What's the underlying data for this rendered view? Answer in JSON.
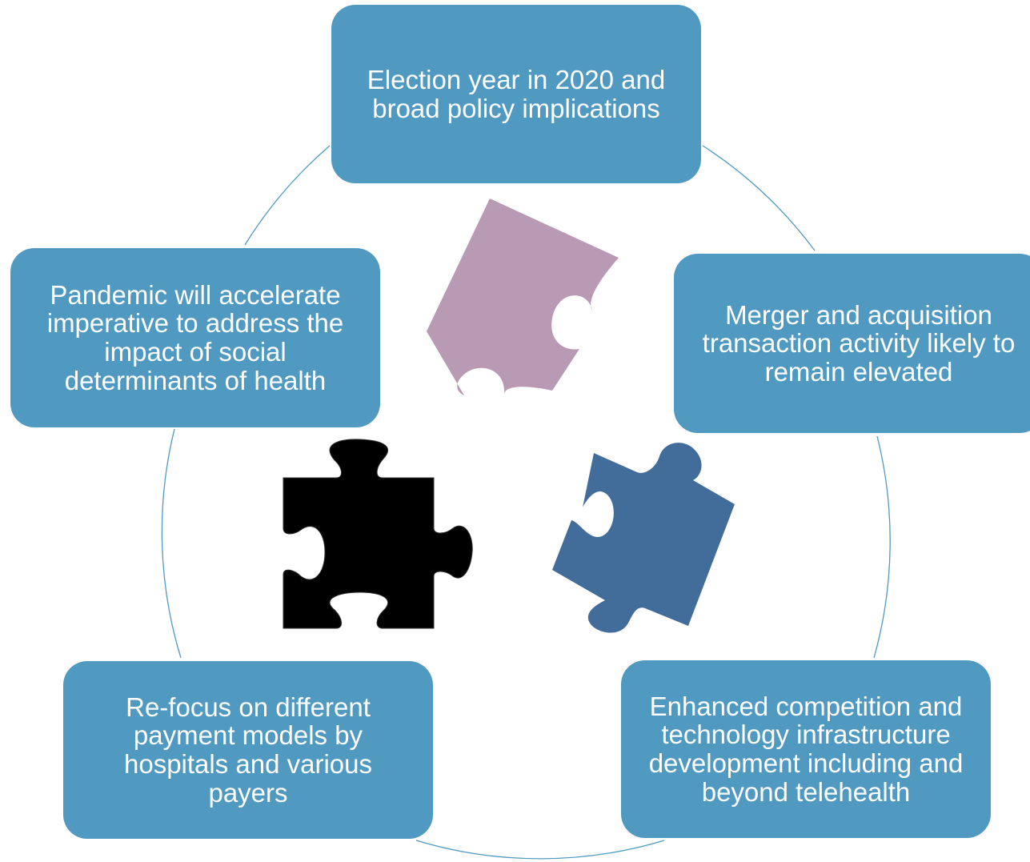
{
  "diagram": {
    "nodes": [
      {
        "id": "top",
        "label": "Election year in 2020 and broad policy implications"
      },
      {
        "id": "right",
        "label": "Merger and acquisition transaction activity likely to remain elevated"
      },
      {
        "id": "bottom_right",
        "label": "Enhanced competition and technology infrastructure development including and beyond telehealth"
      },
      {
        "id": "bottom_left",
        "label": "Re-focus on different payment models by hospitals and various payers"
      },
      {
        "id": "left",
        "label": "Pandemic will accelerate imperative to address the impact of social determinants of health"
      }
    ],
    "colors": {
      "box": "#5099c0",
      "ring": "#5099c0",
      "puzzle_pink": "#b99ab5",
      "puzzle_blue": "#426d9a",
      "puzzle_black": "#000000"
    },
    "icons": [
      "puzzle-piece-pink-icon",
      "puzzle-piece-blue-icon",
      "puzzle-piece-black-icon"
    ]
  }
}
